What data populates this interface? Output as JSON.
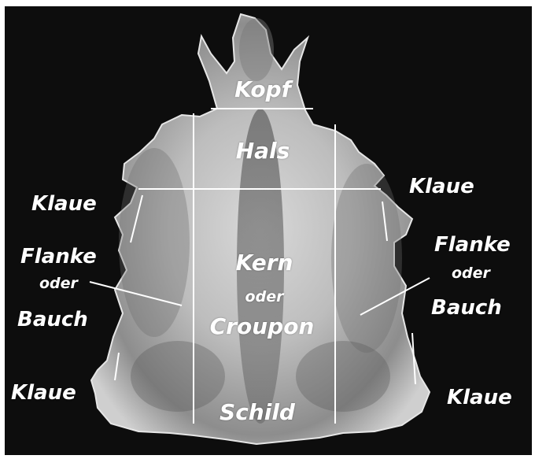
{
  "colors": {
    "background": "#0d0d0d",
    "hide_light": "#cfcfcf",
    "hide_dark": "#6c6c6c",
    "label": "#ffffff"
  },
  "labels": {
    "kopf": "Kopf",
    "hals": "Hals",
    "kern": "Kern",
    "kern_oder": "oder",
    "croupon": "Croupon",
    "schild": "Schild",
    "klaue_upper_left": "Klaue",
    "klaue_upper_right": "Klaue",
    "klaue_lower_left": "Klaue",
    "klaue_lower_right": "Klaue",
    "flanke_left": "Flanke",
    "oder_left": "oder",
    "bauch_left": "Bauch",
    "flanke_right": "Flanke",
    "oder_right": "oder",
    "bauch_right": "Bauch"
  }
}
